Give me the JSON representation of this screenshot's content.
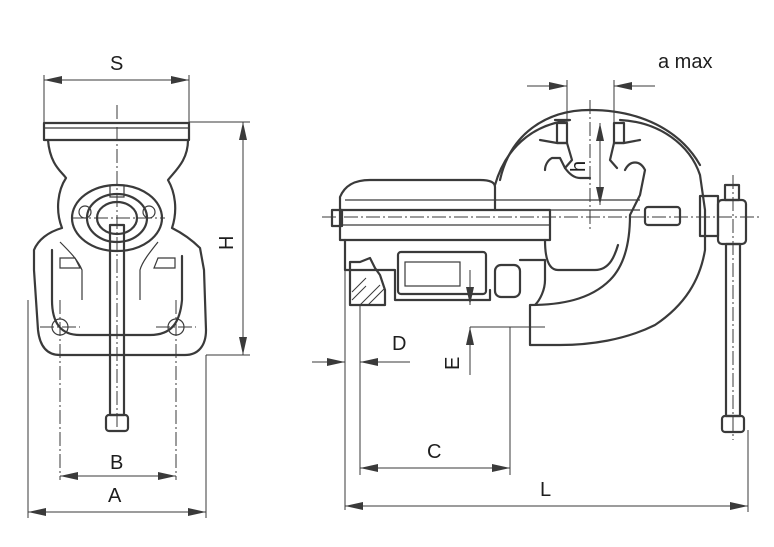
{
  "labels": {
    "S": "S",
    "H": "H",
    "B": "B",
    "A": "A",
    "a_max": "a max",
    "h": "h",
    "D": "D",
    "E": "E",
    "C": "C",
    "L": "L"
  },
  "colors": {
    "line": "#3a3a3a",
    "text": "#1e1e1e",
    "background": "#ffffff"
  }
}
